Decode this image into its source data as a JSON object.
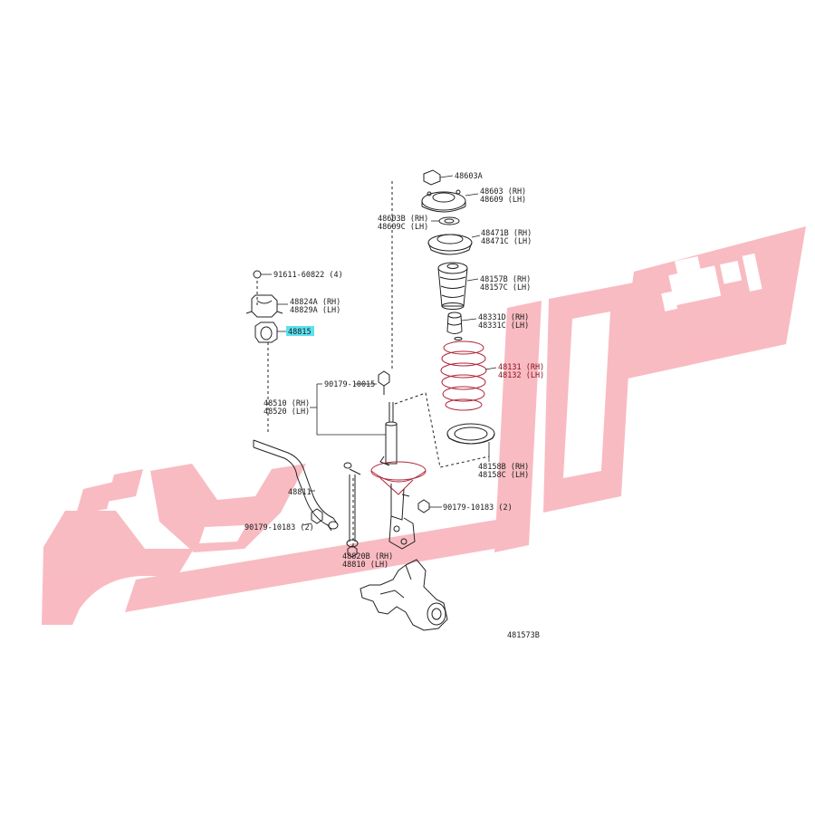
{
  "watermark": {
    "color": "#f7a8b0",
    "logo_name": "car-engine-brand-logo"
  },
  "colors": {
    "line": "#222222",
    "highlight": "#5ce1f0",
    "red_part": "#b0263a"
  },
  "labels": {
    "nut_top": "48603A",
    "mount_rh": "48603 (RH)",
    "mount_lh": "48609 (LH)",
    "bearing_rh": "48603B (RH)",
    "bearing_lh": "48609C (LH)",
    "upper_seat_rh": "48471B (RH)",
    "upper_seat_lh": "48471C (LH)",
    "boot_rh": "48157B (RH)",
    "boot_lh": "48157C (LH)",
    "bumper_rh": "48331D (RH)",
    "bumper_lh": "48331C (LH)",
    "spring_rh": "48131 (RH)",
    "spring_lh": "48132 (LH)",
    "lower_insulator_rh": "48158B (RH)",
    "lower_insulator_lh": "48158C (LH)",
    "strut_nut": "90179-10015",
    "strut_rh": "48510 (RH)",
    "strut_lh": "48520 (LH)",
    "bracket_bolt": "91611-60822 (4)",
    "bracket_rh": "48824A (RH)",
    "bracket_lh": "48829A (LH)",
    "bushing": "48815",
    "stabilizer_bar": "48811",
    "link_nut_left": "90179-10183 (2)",
    "link_nut_right": "90179-10183 (2)",
    "link_rh": "48820B (RH)",
    "link_lh": "48810  (LH)",
    "drawing_no": "481573B"
  }
}
